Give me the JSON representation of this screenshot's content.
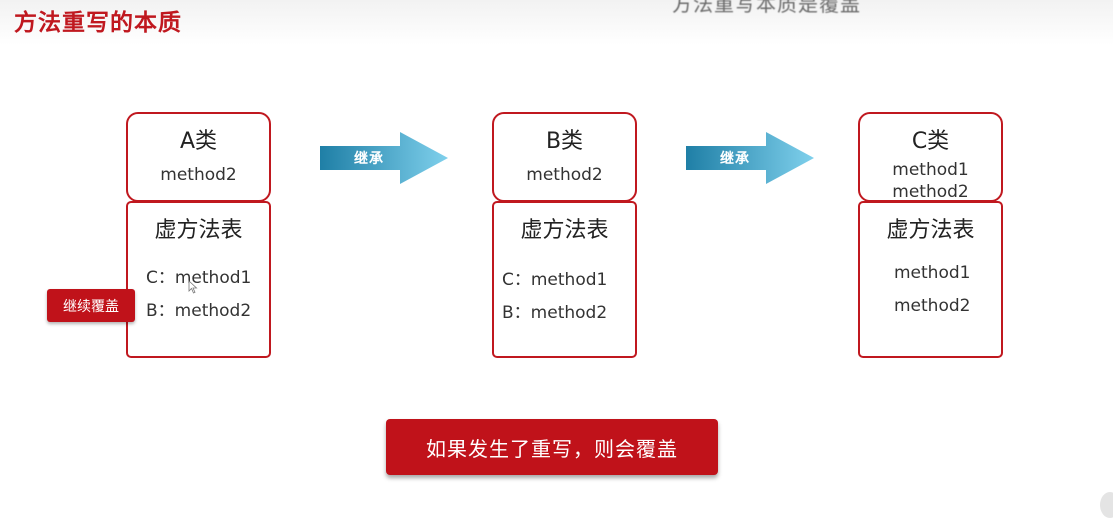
{
  "header": {
    "title": "方法重写的本质",
    "caption": "方法重写本质是覆盖"
  },
  "classes": [
    {
      "name": "A类",
      "methods": [
        "method2"
      ],
      "vtable_title": "虚方法表",
      "vtable": [
        {
          "prefix": "C：",
          "method": "method1"
        },
        {
          "prefix": "B：",
          "method": "method2"
        }
      ]
    },
    {
      "name": "B类",
      "methods": [
        "method2"
      ],
      "vtable_title": "虚方法表",
      "vtable": [
        {
          "prefix": "C：",
          "method": "method1"
        },
        {
          "prefix": "B：",
          "method": "method2"
        }
      ]
    },
    {
      "name": "C类",
      "methods": [
        "method1",
        "method2"
      ],
      "vtable_title": "虚方法表",
      "vtable": [
        {
          "prefix": "",
          "method": "method1"
        },
        {
          "prefix": "",
          "method": "method2"
        }
      ]
    }
  ],
  "arrows": [
    {
      "label": "继承"
    },
    {
      "label": "继承"
    }
  ],
  "badge": "继续覆盖",
  "banner": "如果发生了重写，则会覆盖",
  "colors": {
    "accent": "#c0181f",
    "arrow_start": "#1f7fa6",
    "arrow_end": "#7fd0ec"
  }
}
